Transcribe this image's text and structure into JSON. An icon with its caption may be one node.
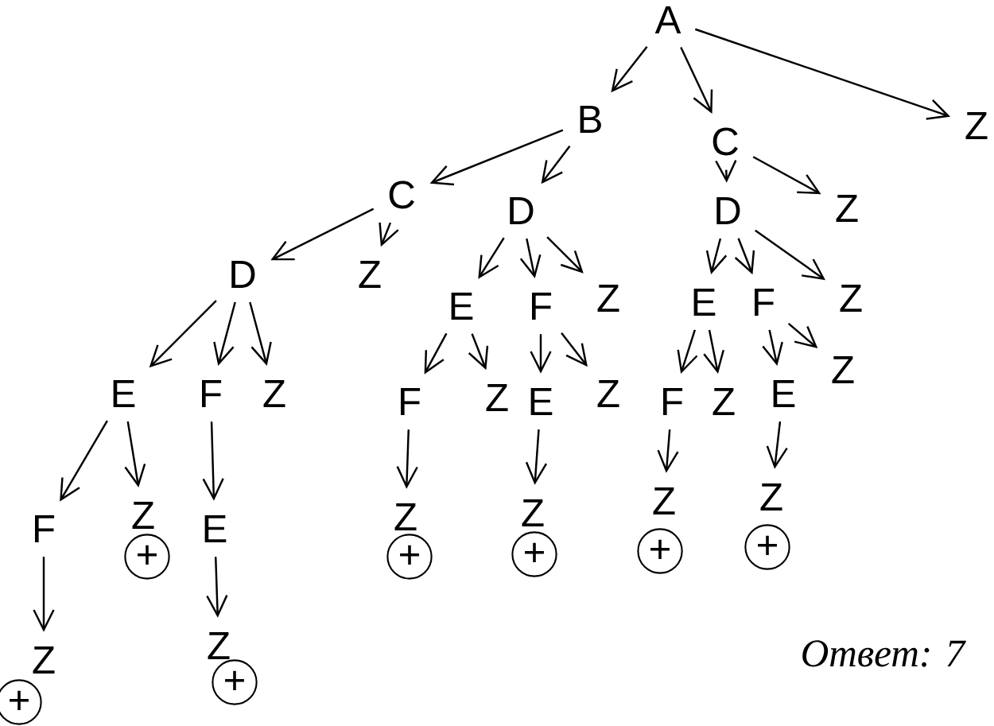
{
  "diagram": {
    "nodes": [
      {
        "text": [
          "A"
        ]
      },
      {
        "text": [
          "B"
        ]
      },
      {
        "text": [
          "C"
        ]
      },
      {
        "text": [
          "Z"
        ]
      },
      {
        "text": [
          "C"
        ]
      },
      {
        "text": [
          "D"
        ]
      },
      {
        "text": [
          "D"
        ]
      },
      {
        "text": [
          "Z"
        ]
      },
      {
        "text": [
          "D"
        ]
      },
      {
        "text": [
          "Z"
        ]
      },
      {
        "text": [
          "E"
        ]
      },
      {
        "text": [
          "F"
        ]
      },
      {
        "text": [
          "Z"
        ]
      },
      {
        "text": [
          "E"
        ]
      },
      {
        "text": [
          "F"
        ]
      },
      {
        "text": [
          "Z"
        ]
      },
      {
        "text": [
          "E"
        ]
      },
      {
        "text": [
          "F"
        ]
      },
      {
        "text": [
          "Z"
        ]
      },
      {
        "text": [
          "F"
        ]
      },
      {
        "text": [
          "Z"
        ]
      },
      {
        "text": [
          "E"
        ]
      },
      {
        "text": [
          "Z"
        ]
      },
      {
        "text": [
          "F"
        ]
      },
      {
        "text": [
          "Z"
        ]
      },
      {
        "text": [
          "E"
        ]
      },
      {
        "text": [
          "Z"
        ]
      },
      {
        "text": [
          "F"
        ]
      },
      {
        "text": [
          "Z"
        ]
      },
      {
        "text": [
          "E"
        ]
      },
      {
        "text": [
          "Z"
        ]
      },
      {
        "text": [
          "Z"
        ]
      },
      {
        "text": [
          "Z"
        ]
      },
      {
        "text": [
          "Z"
        ]
      },
      {
        "text": [
          "Z"
        ]
      },
      {
        "text": [
          "Z"
        ]
      },
      {
        "text": [
          "+"
        ]
      },
      {
        "text": [
          "+"
        ]
      },
      {
        "text": [
          "+"
        ]
      },
      {
        "text": [
          "+"
        ]
      },
      {
        "text": [
          "+"
        ]
      },
      {
        "text": [
          "+"
        ]
      },
      {
        "text": [
          "+"
        ]
      }
    ],
    "edges": [
      {
        "from": 0,
        "to": 1,
        "arrow": "to"
      },
      {
        "from": 0,
        "to": 2,
        "arrow": "to"
      },
      {
        "from": 0,
        "to": 3,
        "arrow": "to"
      },
      {
        "from": 1,
        "to": 4,
        "arrow": "to"
      },
      {
        "from": 1,
        "to": 5,
        "arrow": "to"
      },
      {
        "from": 2,
        "to": 6,
        "arrow": "to"
      },
      {
        "from": 2,
        "to": 7,
        "arrow": "to"
      },
      {
        "from": 4,
        "to": 8,
        "arrow": "to"
      },
      {
        "from": 4,
        "to": 9,
        "arrow": "to"
      },
      {
        "from": 5,
        "to": 10,
        "arrow": "to"
      },
      {
        "from": 5,
        "to": 11,
        "arrow": "to"
      },
      {
        "from": 5,
        "to": 12,
        "arrow": "to"
      },
      {
        "from": 6,
        "to": 13,
        "arrow": "to"
      },
      {
        "from": 6,
        "to": 14,
        "arrow": "to"
      },
      {
        "from": 6,
        "to": 15,
        "arrow": "to"
      },
      {
        "from": 8,
        "to": 16,
        "arrow": "to"
      },
      {
        "from": 8,
        "to": 17,
        "arrow": "to"
      },
      {
        "from": 8,
        "to": 18,
        "arrow": "to"
      },
      {
        "from": 10,
        "to": 19,
        "arrow": "to"
      },
      {
        "from": 10,
        "to": 20,
        "arrow": "to"
      },
      {
        "from": 11,
        "to": 21,
        "arrow": "to"
      },
      {
        "from": 11,
        "to": 22,
        "arrow": "to"
      },
      {
        "from": 13,
        "to": 23,
        "arrow": "to"
      },
      {
        "from": 13,
        "to": 24,
        "arrow": "to"
      },
      {
        "from": 14,
        "to": 25,
        "arrow": "to"
      },
      {
        "from": 14,
        "to": 26,
        "arrow": "to"
      },
      {
        "from": 16,
        "to": 27,
        "arrow": "to"
      },
      {
        "from": 16,
        "to": 28,
        "arrow": "to"
      },
      {
        "from": 17,
        "to": 29,
        "arrow": "to"
      },
      {
        "from": 19,
        "to": 30,
        "arrow": "to"
      },
      {
        "from": 21,
        "to": 31,
        "arrow": "to"
      },
      {
        "from": 23,
        "to": 32,
        "arrow": "to"
      },
      {
        "from": 25,
        "to": 33,
        "arrow": "to"
      },
      {
        "from": 27,
        "to": 34,
        "arrow": "to"
      },
      {
        "from": 29,
        "to": 35,
        "arrow": "to"
      }
    ],
    "labels": [
      "Ответ: 7"
    ]
  }
}
